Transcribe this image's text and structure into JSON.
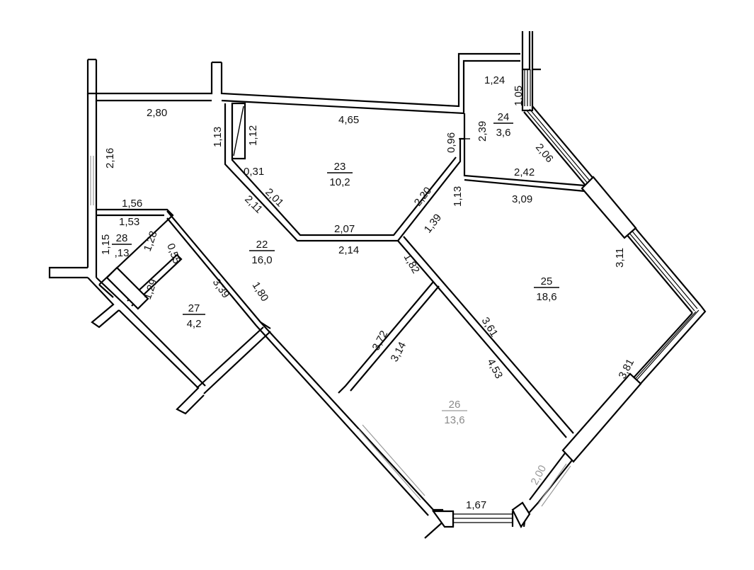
{
  "rooms": [
    {
      "number": "22",
      "area": "16,0"
    },
    {
      "number": "23",
      "area": "10,2"
    },
    {
      "number": "24",
      "area": "3,6"
    },
    {
      "number": "25",
      "area": "18,6"
    },
    {
      "number": "26",
      "area": "13,6"
    },
    {
      "number": "27",
      "area": "4,2"
    },
    {
      "number": "28",
      "area": ",13"
    }
  ],
  "dimensions": {
    "d_2_80": "2,80",
    "d_4_65": "4,65",
    "d_1_13": "1,13",
    "d_1_12": "1,12",
    "d_2_16": "2,16",
    "d_0_31": "0,31",
    "d_2_01": "2,01",
    "d_2_11": "2,11",
    "d_2_07": "2,07",
    "d_2_14": "2,14",
    "d_2_20": "2,20",
    "d_1_39": "1,39",
    "d_1_13b": "1,13",
    "d_0_96": "0,96",
    "d_2_39": "2,39",
    "d_1_24": "1,24",
    "d_1_05": "1,05",
    "d_2_06": "2,06",
    "d_2_42": "2,42",
    "d_3_09": "3,09",
    "d_3_11": "3,11",
    "d_1_56": "1,56",
    "d_1_53": "1,53",
    "d_1_15": "1,15",
    "d_1_28": "1,28",
    "d_0_55": "0,55",
    "d_1_29": "1,29",
    "d_3_39": "3,39",
    "d_1_80": "1,80",
    "d_1_82": "1,82",
    "d_3_72": "3,72",
    "d_3_14": "3,14",
    "d_3_61": "3,61",
    "d_4_53": "4,53",
    "d_3_81": "3,81",
    "d_2_00": "2,00",
    "d_1_67": "1,67"
  }
}
